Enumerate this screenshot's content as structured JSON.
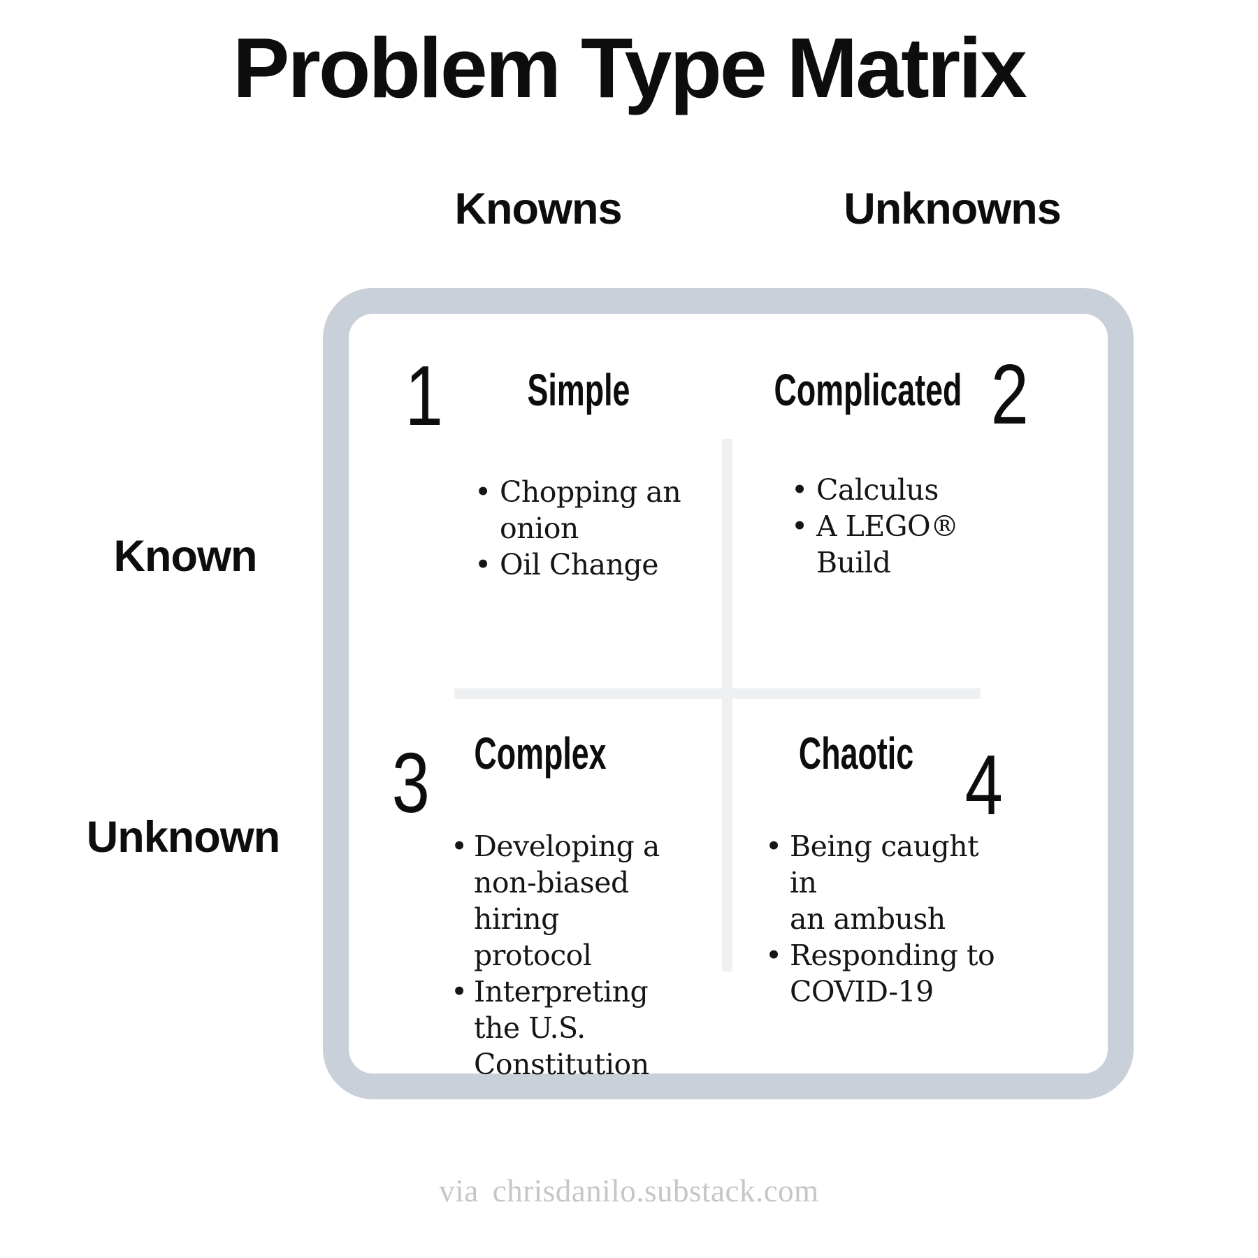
{
  "title": "Problem Type Matrix",
  "columns": {
    "left": "Knowns",
    "right": "Unknowns"
  },
  "rows": {
    "top": "Known",
    "bottom": "Unknown"
  },
  "quadrants": [
    {
      "number": "1",
      "label": "Simple",
      "bullets": [
        "Chopping an\nonion",
        "Oil Change"
      ]
    },
    {
      "number": "2",
      "label": "Complicated",
      "bullets": [
        "Calculus",
        "A LEGO® Build"
      ]
    },
    {
      "number": "3",
      "label": "Complex",
      "bullets": [
        "Developing a\nnon-biased\nhiring protocol",
        "Interpreting\nthe U.S.\nConstitution"
      ]
    },
    {
      "number": "4",
      "label": "Chaotic",
      "bullets": [
        "Being caught in\nan ambush",
        "Responding to\nCOVID-19"
      ]
    }
  ],
  "footer": {
    "via": "via",
    "source": "chrisdanilo.substack.com"
  },
  "colors": {
    "border": "#cad0da",
    "divider": "#eef0f2",
    "text": "#0d0d0d",
    "footer_text": "#c6c6c6"
  }
}
